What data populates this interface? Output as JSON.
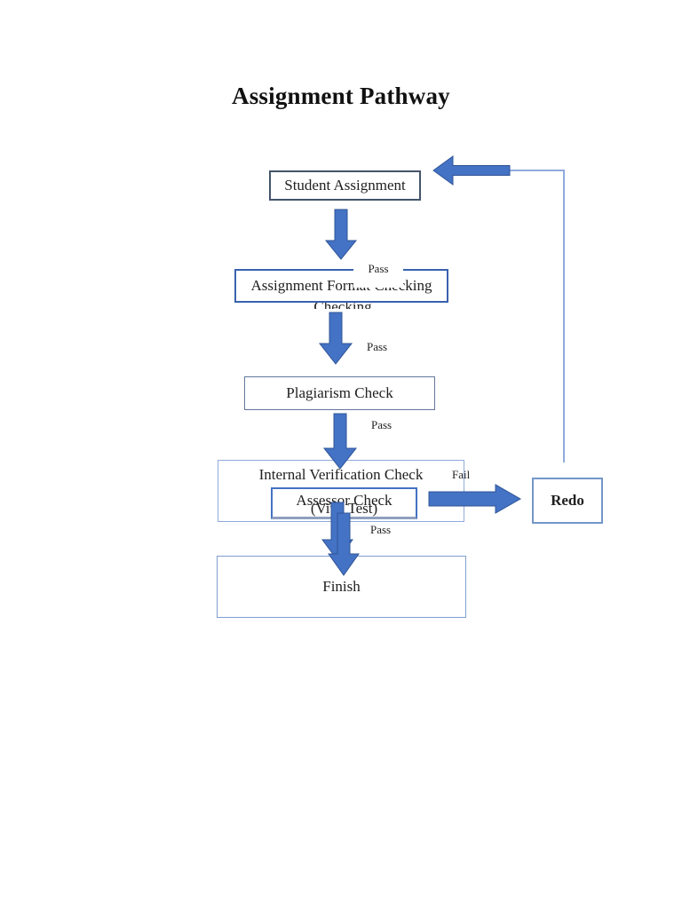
{
  "page": {
    "title": "Assignment Pathway"
  },
  "nodes": {
    "student": {
      "label": "Student Assignment"
    },
    "format": {
      "label": "Assignment Format Checking",
      "overflow_line": "Checking"
    },
    "plagiarism": {
      "label": "Plagiarism Check"
    },
    "internal": {
      "label": "Internal Verification Check"
    },
    "assessor": {
      "line1": "Assessor Check",
      "line2": "(Viva Test)"
    },
    "redo": {
      "label": "Redo"
    },
    "finish": {
      "label": "Finish"
    }
  },
  "edges": {
    "pass1": "Pass",
    "pass2": "Pass",
    "pass3": "Pass",
    "pass4": "Pass",
    "fail": "Fail"
  },
  "colors": {
    "arrow_fill": "#4472C4",
    "arrow_stroke": "#2F5597",
    "connector": "#8FAADC",
    "dark_border": "#44546A",
    "medium_border": "#4472C4",
    "light_border": "#8FAADC"
  }
}
